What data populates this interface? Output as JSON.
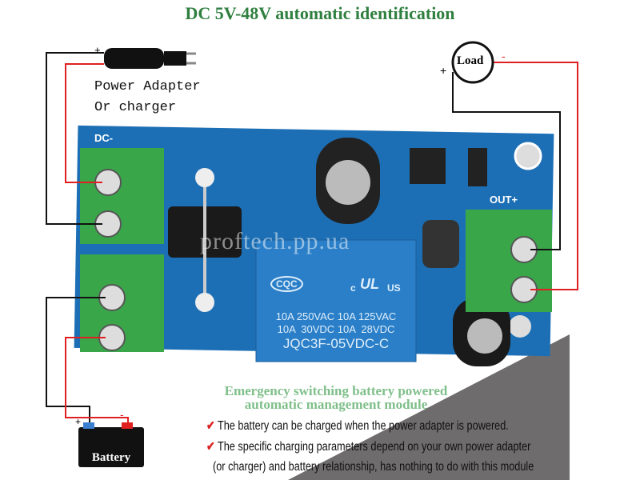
{
  "title": "DC 5V-48V automatic identification",
  "adapter": {
    "line1": "Power Adapter",
    "line2": "Or charger",
    "plus": "+",
    "minus": "-"
  },
  "load": {
    "label": "Load",
    "plus": "+",
    "minus": "-"
  },
  "board": {
    "dc_label": "DC-",
    "out_label": "OUT+",
    "watermark": "proftech.pp.ua"
  },
  "relay": {
    "cert1": "CQC",
    "cert2": "c",
    "cert3": "US",
    "line1": "10A 250VAC 10A 125VAC",
    "line2": "10A  30VDC 10A  28VDC",
    "model": "JQC3F-05VDC-C"
  },
  "battery": {
    "label": "Battery",
    "plus": "+",
    "minus": "-"
  },
  "subtitle": {
    "line1": "Emergency switching battery powered",
    "line2": "automatic management module"
  },
  "features": [
    {
      "text": "The battery can be charged when the power adapter is powered."
    },
    {
      "text": "The specific charging parameters depend on your own power adapter"
    },
    {
      "text": "(or charger) and battery relationship, has nothing to do with this module"
    }
  ],
  "colors": {
    "board": "#1d6fb5",
    "terminal": "#3aa64a",
    "title": "#2f7f3f",
    "wire_red": "#e02020"
  }
}
